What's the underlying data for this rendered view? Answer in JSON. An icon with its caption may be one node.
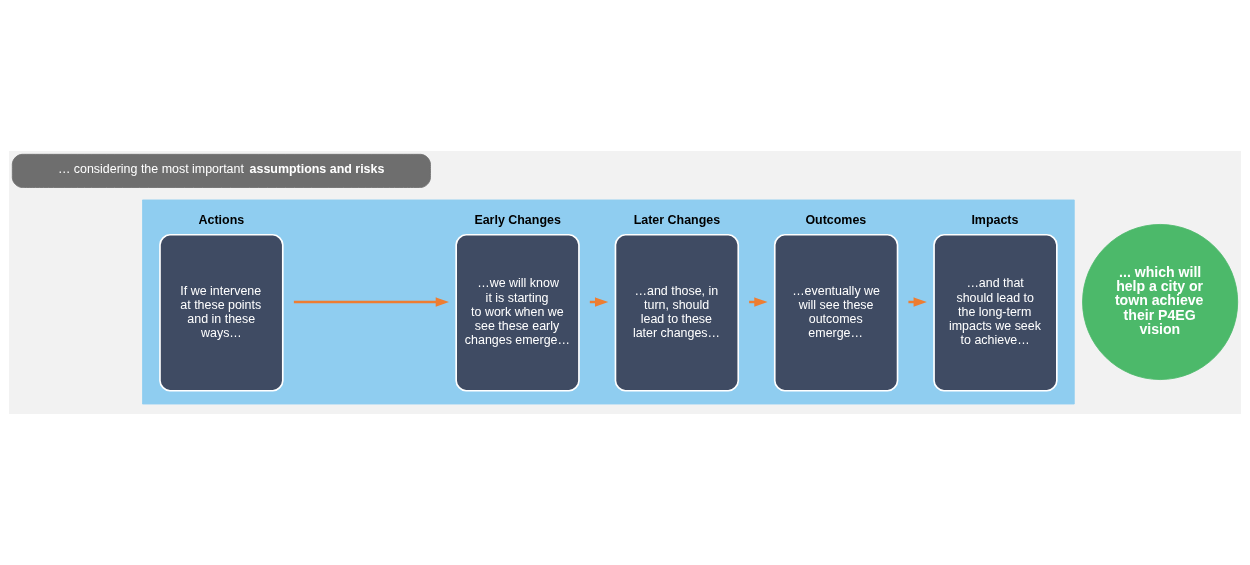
{
  "diagram": {
    "nodes": [
      {
        "text": [],
        "shape": "arrow"
      },
      {
        "text": [
          "Actions",
          "If we intervene at these points and in these ways…"
        ],
        "in": 0
      },
      {
        "text": [
          "Early Changes",
          "…we will know it is starting to work when we see these early changes emerge…"
        ],
        "in": 0
      },
      {
        "text": [
          "Later Changes",
          "…and those, in turn, should lead to these later changes…"
        ],
        "in": 0
      },
      {
        "text": [
          "Outcomes",
          "…eventually we will see these outcomes emerge…"
        ],
        "in": 0
      },
      {
        "text": [
          "Impacts",
          "…and that should lead to the long-term impacts we seek to achieve…"
        ],
        "in": 0
      },
      {
        "text": [
          "... which will help a city or town achieve their P4EG vision"
        ]
      },
      {
        "text": [
          "… considering the most important **assumptions and risks**"
        ]
      }
    ],
    "edges": [
      {
        "from": 1,
        "to": 2,
        "arrow": "to"
      },
      {
        "from": 2,
        "to": 3,
        "arrow": "to"
      },
      {
        "from": 3,
        "to": 4,
        "arrow": "to"
      },
      {
        "from": 4,
        "to": 5,
        "arrow": "to"
      }
    ]
  }
}
